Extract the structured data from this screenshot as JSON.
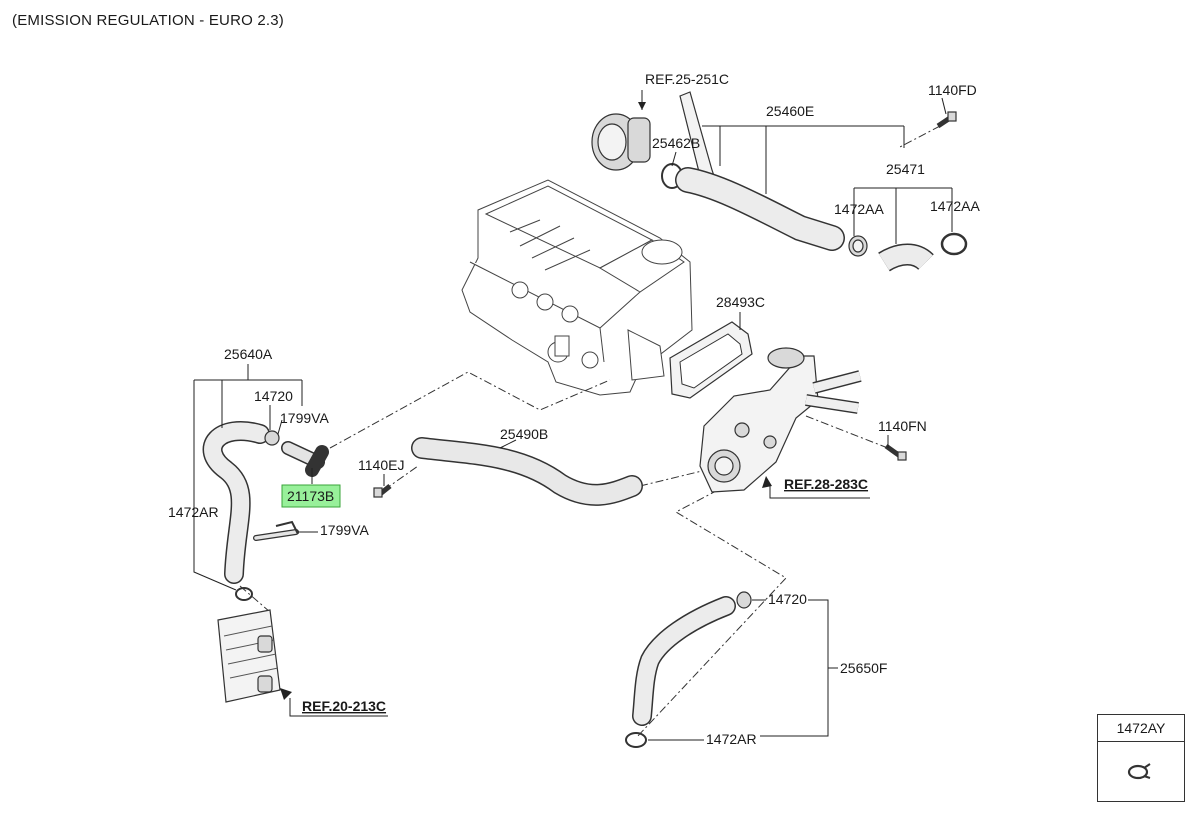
{
  "header": {
    "note": "(EMISSION REGULATION  -  EURO 2.3)"
  },
  "labels": {
    "ref_25_251c": "REF.25-251C",
    "p25462b": "25462B",
    "p25460e": "25460E",
    "p1140fd": "1140FD",
    "p25471": "25471",
    "p1472aa_a": "1472AA",
    "p1472aa_b": "1472AA",
    "p28493c": "28493C",
    "p25640a": "25640A",
    "p14720_a": "14720",
    "p1799va_a": "1799VA",
    "p21173b": "21173B",
    "p1472ar_a": "1472AR",
    "p1799va_b": "1799VA",
    "p1140ej": "1140EJ",
    "p25490b": "25490B",
    "p1140fn": "1140FN",
    "ref_28_283c": "REF.28-283C",
    "ref_20_213c": "REF.20-213C",
    "p14720_b": "14720",
    "p25650f": "25650F",
    "p1472ar_b": "1472AR"
  },
  "legend": {
    "title": "1472AY"
  },
  "colors": {
    "highlight": "#98f09a",
    "highlight_border": "#3aa43a"
  }
}
